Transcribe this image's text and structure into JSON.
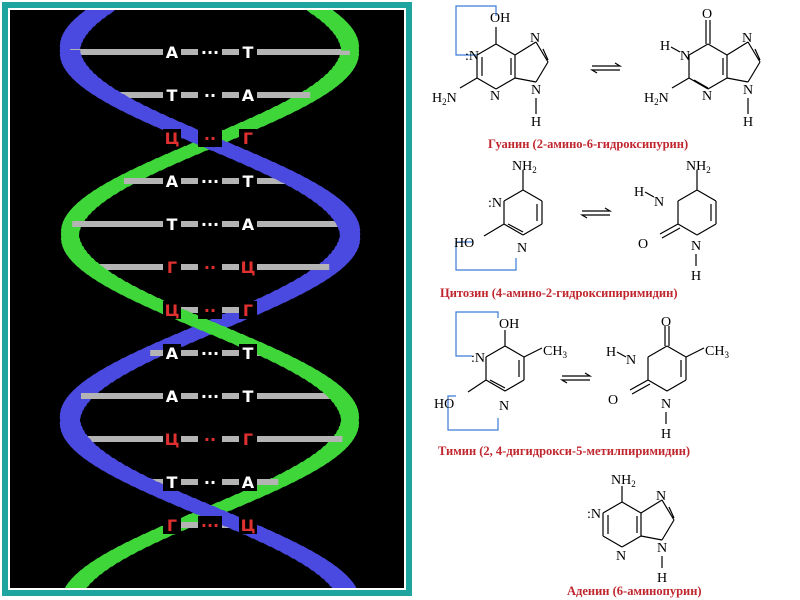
{
  "colors": {
    "frame": "#1fa5a0",
    "strand_green": "#3fd63a",
    "strand_blue": "#4a4ae0",
    "rung_gray": "#b4b4b4",
    "letter_white": "#ffffff",
    "letter_red": "#e03030",
    "caption_red": "#c0262e"
  },
  "helix": {
    "base_pairs": [
      {
        "left": "А",
        "dots": "···",
        "right": "Т",
        "color": "white"
      },
      {
        "left": "Т",
        "dots": "··",
        "right": "А",
        "color": "white"
      },
      {
        "left": "Ц",
        "dots": "··",
        "right": "Г",
        "color": "red"
      },
      {
        "left": "А",
        "dots": "···",
        "right": "Т",
        "color": "white"
      },
      {
        "left": "Т",
        "dots": "···",
        "right": "А",
        "color": "white"
      },
      {
        "left": "Г",
        "dots": "··",
        "right": "Ц",
        "color": "red"
      },
      {
        "left": "Ц",
        "dots": "··",
        "right": "Г",
        "color": "red"
      },
      {
        "left": "А",
        "dots": "···",
        "right": "Т",
        "color": "white"
      },
      {
        "left": "А",
        "dots": "···",
        "right": "Т",
        "color": "white"
      },
      {
        "left": "Ц",
        "dots": "··",
        "right": "Г",
        "color": "red"
      },
      {
        "left": "Т",
        "dots": "··",
        "right": "А",
        "color": "white"
      },
      {
        "left": "Г",
        "dots": "···",
        "right": "Ц",
        "color": "red"
      }
    ]
  },
  "molecules": {
    "guanine": {
      "caption": "Гуанин  (2-амино-6-гидроксипурин)",
      "enol": {
        "oh": "OH",
        "n1": ":N",
        "n3": "N",
        "n7": "N",
        "n9": "N",
        "h9": "H",
        "nh2": "H",
        "nh2_sub": "2",
        "nh2_n": "N"
      },
      "keto": {
        "o": "O",
        "hn": "H",
        "n1": "N",
        "n3": "N",
        "n7": "N",
        "n9": "N",
        "h9": "H",
        "nh2": "H",
        "nh2_sub": "2",
        "nh2_n": "N"
      }
    },
    "cytosine": {
      "caption": "Цитозин  (4-амино-2-гидроксипиримидин)",
      "enol": {
        "nh2": "NH",
        "nh2_sub": "2",
        "n3": ":N",
        "ho": "HO",
        "n1": "N"
      },
      "keto": {
        "nh2": "NH",
        "nh2_sub": "2",
        "hn": "H",
        "n3": "N",
        "o": "O",
        "n1": "N",
        "h1": "H"
      }
    },
    "thymine": {
      "caption": "Тимин (2, 4-дигидрокси-5-метилпиримидин)",
      "enol": {
        "oh": "OH",
        "ch3": "CH",
        "ch3_sub": "3",
        "n3": ":N",
        "ho": "HO",
        "n1": "N"
      },
      "keto": {
        "o_top": "O",
        "ch3": "CH",
        "ch3_sub": "3",
        "hn": "H",
        "n3": "N",
        "o": "O",
        "n1": "N",
        "h1": "H"
      }
    },
    "adenine": {
      "caption": "Аденин  (6-аминопурин)",
      "structure": {
        "nh2": "NH",
        "nh2_sub": "2",
        "n1": ":N",
        "n3": "N",
        "n7": "N",
        "n9": "N",
        "h9": "H"
      }
    }
  }
}
